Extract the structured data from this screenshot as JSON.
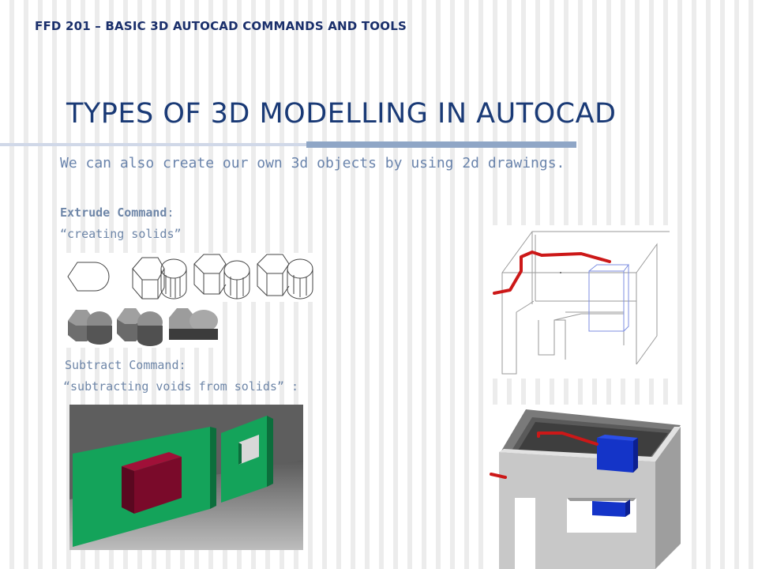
{
  "header": {
    "course_title": "FFD 201 – BASIC 3D AUTOCAD COMMANDS AND TOOLS"
  },
  "slide": {
    "title": "TYPES OF 3D MODELLING IN AUTOCAD",
    "subtitle": "We can also create our own 3d objects by using 2d drawings."
  },
  "extrude": {
    "command": "Extrude Command",
    "colon": ":",
    "desc": "“creating solids”"
  },
  "subtract": {
    "command": "Subtract Command:",
    "desc": "“subtracting voids from solids” :"
  },
  "colors": {
    "title": "#1a3a76",
    "header": "#1a2f6b",
    "label": "#6e86a8",
    "green": "#15a05a",
    "maroon": "#7a0a2a",
    "red_pipe": "#c81414",
    "blue_box": "#1434c8"
  }
}
